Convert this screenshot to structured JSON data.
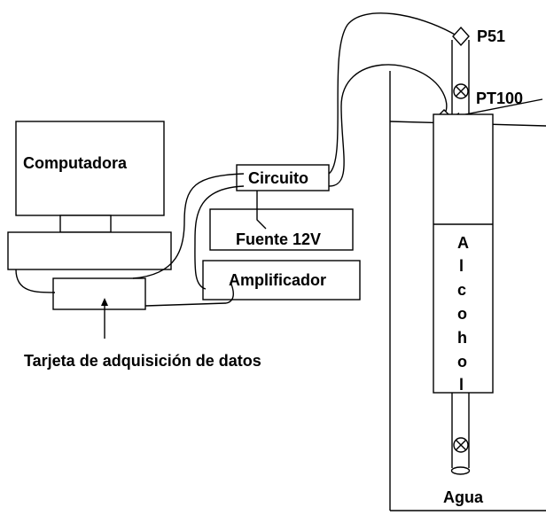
{
  "labels": {
    "computer": "Computadora",
    "circuit": "Circuito",
    "power_supply": "Fuente 12V",
    "amplifier": "Amplificador",
    "daq_card": "Tarjeta de adquisición de datos",
    "sensor_top": "P51",
    "temp_sensor": "PT100",
    "liquid_column": [
      "A",
      "l",
      "c",
      "o",
      "h",
      "o",
      "l"
    ],
    "water": "Agua"
  }
}
